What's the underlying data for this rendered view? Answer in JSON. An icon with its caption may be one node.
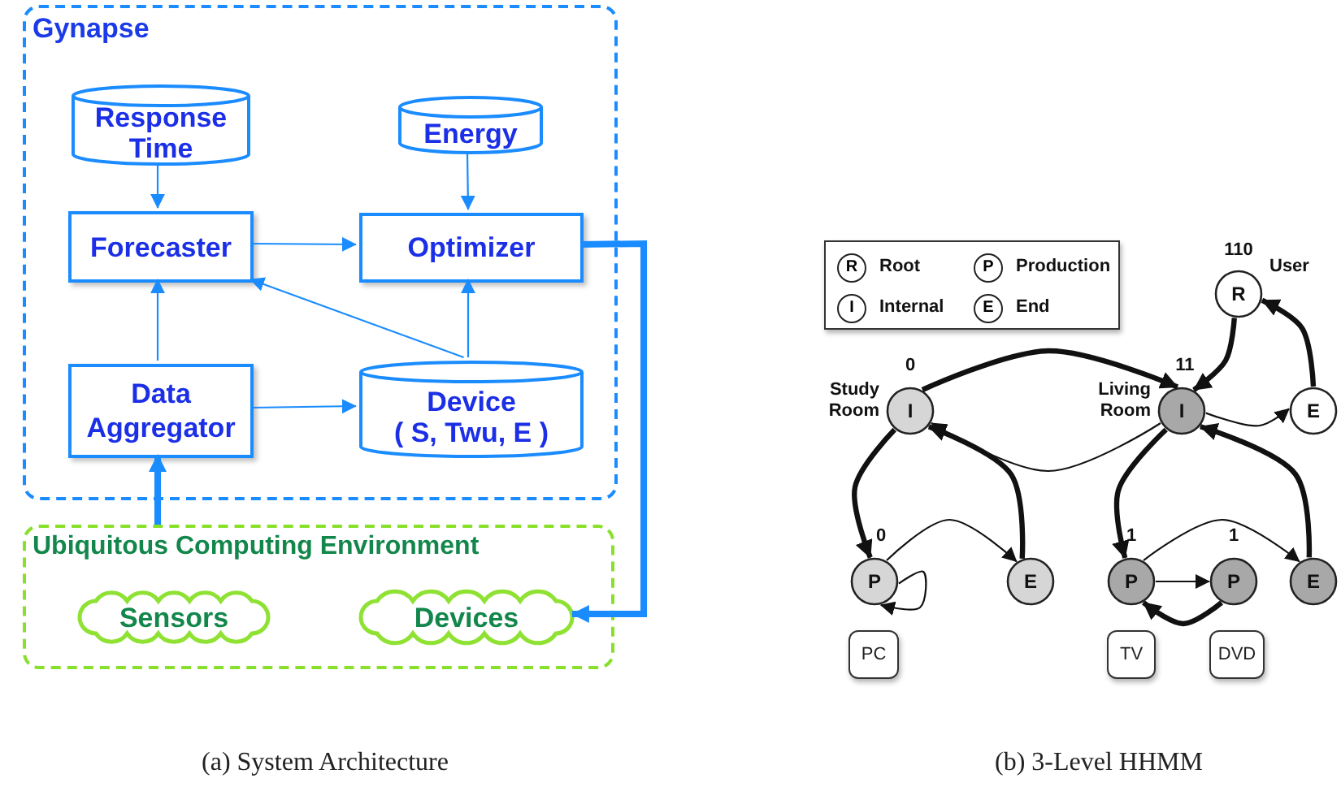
{
  "diagram": {
    "nodes": [
      {
        "text": [
          "Gynapse"
        ]
      },
      {
        "text": [
          "Response Time"
        ],
        "in": 0
      },
      {
        "text": [
          "Energy"
        ],
        "in": 0
      },
      {
        "text": [
          "Forecaster"
        ],
        "in": 0
      },
      {
        "text": [
          "Optimizer"
        ],
        "in": 0
      },
      {
        "text": [
          "Data Aggregator"
        ],
        "in": 0
      },
      {
        "text": [
          "Device",
          "( S, Twu, E )"
        ],
        "in": 0
      },
      {
        "text": [
          "Ubiquitous Computing Environment"
        ]
      },
      {
        "text": [
          "Sensors"
        ],
        "in": 7
      },
      {
        "text": [
          "Devices"
        ],
        "in": 7
      },
      {
        "text": [
          "R"
        ],
        "beside": [
          "110",
          "User"
        ]
      },
      {
        "text": [
          "I"
        ],
        "beside": [
          "0",
          "Study Room"
        ]
      },
      {
        "text": [
          "I"
        ],
        "beside": [
          "11",
          "Living Room"
        ]
      },
      {
        "text": [
          "E"
        ]
      },
      {
        "text": [
          "P"
        ],
        "beside": [
          "0"
        ]
      },
      {
        "text": [
          "E"
        ]
      },
      {
        "text": [
          "P"
        ],
        "beside": [
          "1"
        ]
      },
      {
        "text": [
          "P"
        ],
        "beside": [
          "1"
        ]
      },
      {
        "text": [
          "E"
        ]
      },
      {
        "text": [
          "PC"
        ]
      },
      {
        "text": [
          "TV"
        ]
      },
      {
        "text": [
          "DVD"
        ]
      }
    ],
    "edges": [
      {
        "from": 1,
        "to": 3,
        "arrow": "to",
        "color": "#1a8cff"
      },
      {
        "from": 2,
        "to": 4,
        "arrow": "to",
        "color": "#1a8cff"
      },
      {
        "from": 3,
        "to": 4,
        "arrow": "to",
        "color": "#1a8cff"
      },
      {
        "from": 5,
        "to": 3,
        "arrow": "to",
        "color": "#1a8cff"
      },
      {
        "from": 6,
        "to": 4,
        "arrow": "to",
        "color": "#1a8cff"
      },
      {
        "from": 6,
        "to": 3,
        "arrow": "to",
        "color": "#1a8cff"
      },
      {
        "from": 5,
        "to": 6,
        "arrow": "to",
        "color": "#1a8cff"
      },
      {
        "from": 7,
        "to": 5,
        "arrow": "to",
        "style": "thick",
        "color": "#1a8cff"
      },
      {
        "from": 4,
        "to": 9,
        "arrow": "to",
        "style": "thick",
        "color": "#1a8cff"
      },
      {
        "from": 10,
        "to": 12,
        "arrow": "to",
        "style": "thick"
      },
      {
        "from": 11,
        "to": 12,
        "arrow": "to",
        "style": "thick"
      },
      {
        "from": 12,
        "to": 11,
        "arrow": "to"
      },
      {
        "from": 12,
        "to": 13,
        "arrow": "to"
      },
      {
        "from": 13,
        "to": 10,
        "arrow": "to",
        "style": "thick"
      },
      {
        "from": 11,
        "to": 14,
        "arrow": "to",
        "style": "thick"
      },
      {
        "from": 15,
        "to": 11,
        "arrow": "to",
        "style": "thick"
      },
      {
        "from": 14,
        "to": 14,
        "arrow": "to"
      },
      {
        "from": 14,
        "to": 15,
        "arrow": "to"
      },
      {
        "from": 12,
        "to": 16,
        "arrow": "to",
        "style": "thick"
      },
      {
        "from": 18,
        "to": 12,
        "arrow": "to",
        "style": "thick"
      },
      {
        "from": 16,
        "to": 17,
        "arrow": "to"
      },
      {
        "from": 17,
        "to": 16,
        "arrow": "to",
        "style": "thick"
      },
      {
        "from": 16,
        "to": 18,
        "arrow": "to"
      }
    ],
    "labels": [
      "R",
      "P",
      "I",
      "E",
      "(a) System Architecture",
      "(b) 3-Level HHMM"
    ],
    "legend": [
      {
        "text": "Root"
      },
      {
        "text": "Production"
      },
      {
        "text": "Internal"
      },
      {
        "text": "End"
      }
    ]
  }
}
